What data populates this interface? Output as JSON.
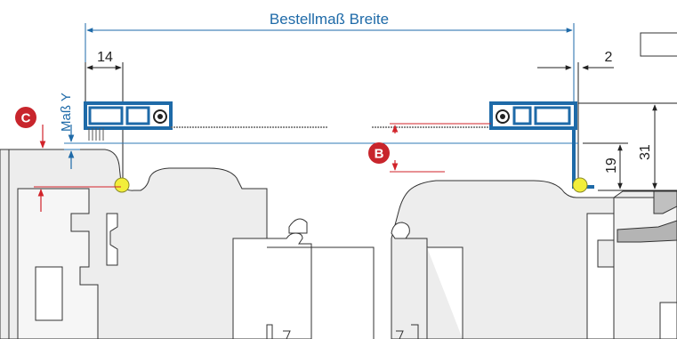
{
  "diagram": {
    "title": "Bestellmaß Breite",
    "dim_left": "14",
    "dim_right": "2",
    "dim_y": "Maß Y",
    "dim_19": "19",
    "dim_31": "31",
    "marker_b": "B",
    "marker_c": "C"
  },
  "colors": {
    "blue": "#1e6aa8",
    "dim_blue": "#2f78b5",
    "red": "#d2232a",
    "marker_red": "#c8252c",
    "profile_fill": "#ededed",
    "profile_stroke": "#333333",
    "dark_fill": "#b4b4b4",
    "highlight": "#f2ee3a"
  },
  "icons": {
    "marker": "circle-letter-icon",
    "highlight": "yellow-dot-icon"
  }
}
